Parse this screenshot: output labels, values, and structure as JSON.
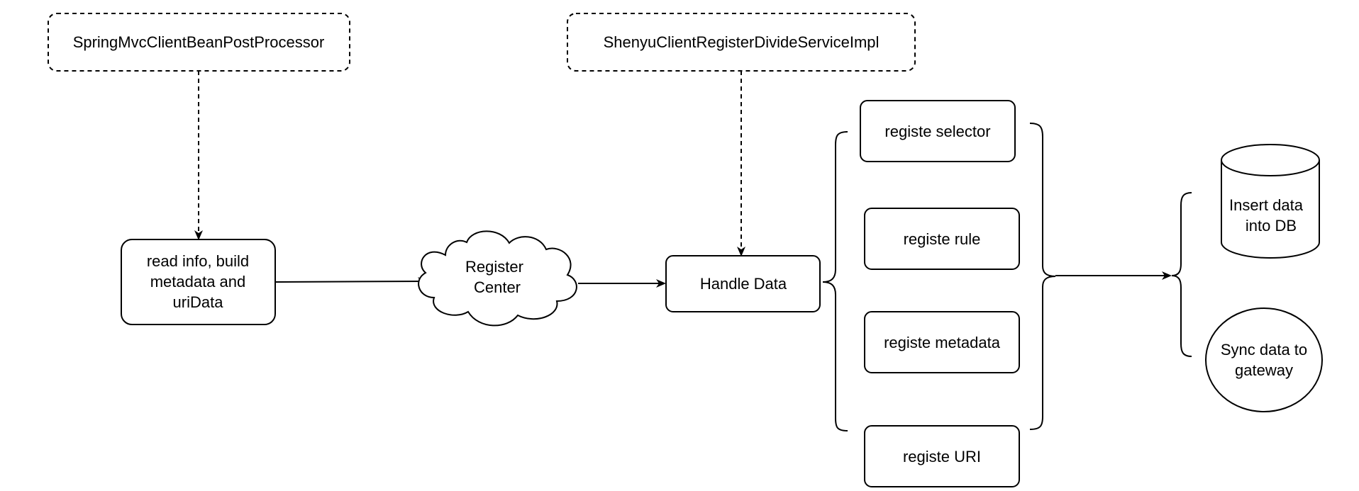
{
  "diagram": {
    "nodes": {
      "spring_processor": {
        "label": "SpringMvcClientBeanPostProcessor"
      },
      "shenyu_impl": {
        "label": "ShenyuClientRegisterDivideServiceImpl"
      },
      "read_info": {
        "line1": "read info, build",
        "line2": "metadata and",
        "line3": "uriData"
      },
      "register_center": {
        "line1": "Register",
        "line2": "Center"
      },
      "handle_data": {
        "label": "Handle Data"
      },
      "registe_selector": {
        "label": "registe selector"
      },
      "registe_rule": {
        "label": "registe rule"
      },
      "registe_metadata": {
        "label": "registe metadata"
      },
      "registe_uri": {
        "label": "registe URI"
      },
      "insert_db": {
        "line1": "Insert data",
        "line2": "into DB"
      },
      "sync_gateway": {
        "line1": "Sync data to",
        "line2": "gateway"
      }
    },
    "colors": {
      "stroke": "#000000",
      "fill": "#ffffff"
    }
  }
}
